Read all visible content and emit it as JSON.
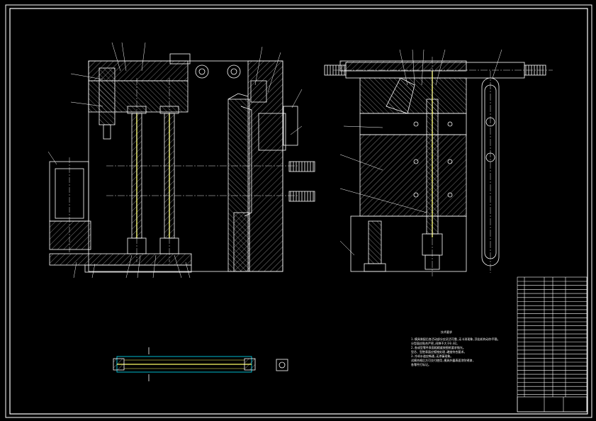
{
  "technical_notes": {
    "title": "技术要求",
    "lines": [
      "1.模具装配后各活动部分应灵活可靠,无卡滞现象,顶出机构动作平稳。",
      "   分型面应贴合严密,间隙不大于0.02。",
      "2.各成型零件表面粗糙度按图纸要求抛光。",
      "   型芯、型腔表面应镀铬处理,硬度符合要求。",
      "3.冷却水道应畅通,无渗漏现象。",
      "   试模合格后方可交付使用,模具外露表面涂防锈漆,",
      "   各零件打标记。"
    ]
  },
  "colors": {
    "background": "#000000",
    "lines": "#ffffff",
    "centerlines": "#e0e0e0",
    "part_highlight": "#ffff66",
    "section_accent": "#00e5ff"
  }
}
